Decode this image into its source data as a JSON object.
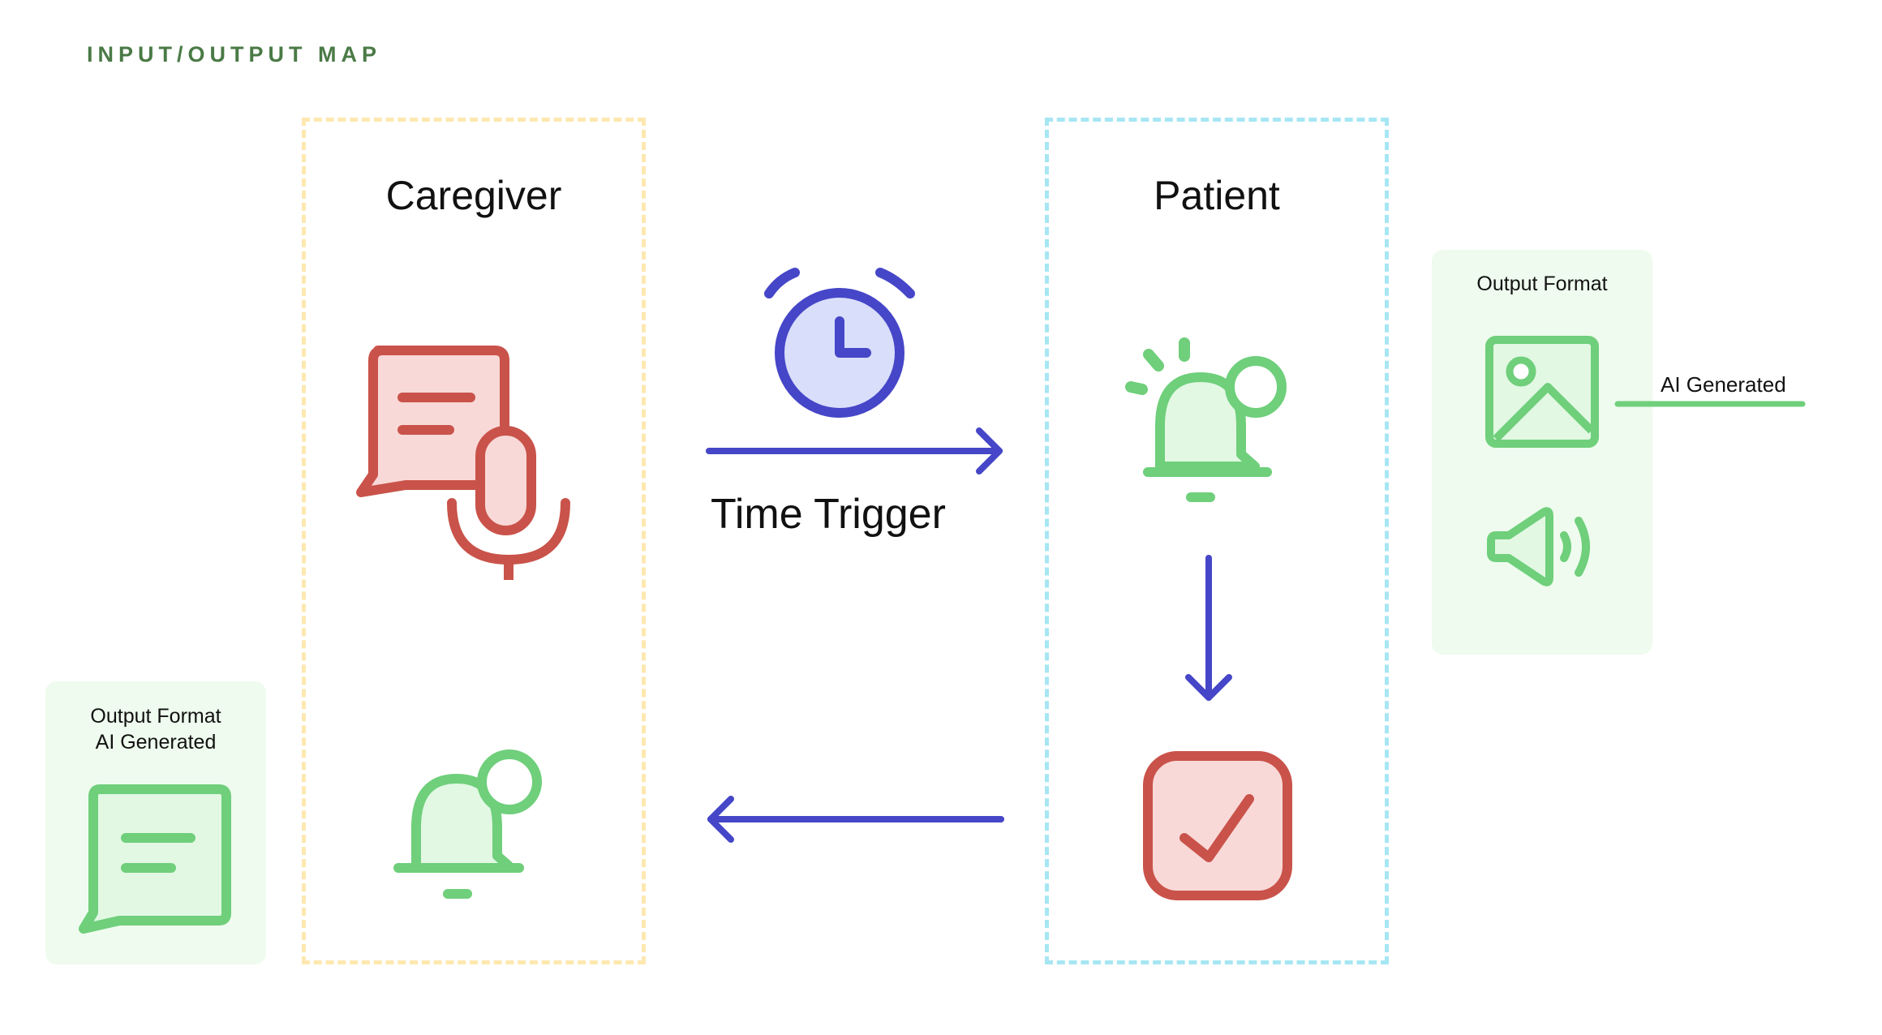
{
  "title": "INPUT/OUTPUT MAP",
  "lanes": {
    "caregiver": "Caregiver",
    "patient": "Patient"
  },
  "edges": {
    "time_trigger": "Time Trigger",
    "ai_generated": "AI Generated"
  },
  "panels": {
    "right_title": "Output Format",
    "left_title_line1": "Output Format",
    "left_title_line2": "AI Generated"
  },
  "colors": {
    "red": "#c9534a",
    "red_fill": "#f8d9d8",
    "green": "#6fcf7b",
    "green_fill": "#e2f8e3",
    "blue": "#4646c8",
    "blue_fill": "#d9defa",
    "title_green": "#4a7a46",
    "caregiver_border": "#fde8b0",
    "patient_border": "#a7e6f3"
  },
  "icons": [
    "chat-microphone-icon",
    "alarm-clock-icon",
    "notification-bell-icon",
    "checkbox-checked-icon",
    "image-icon",
    "speaker-icon",
    "chat-message-icon"
  ]
}
